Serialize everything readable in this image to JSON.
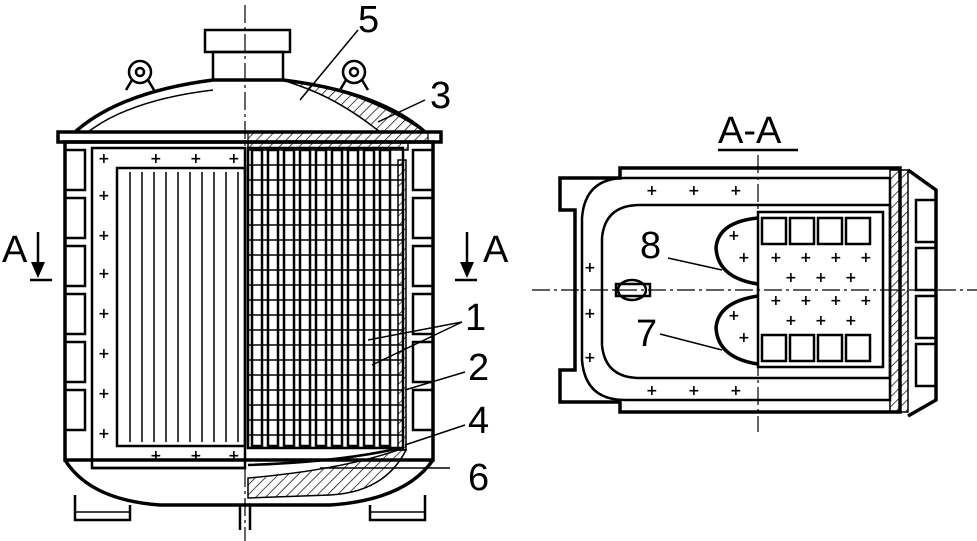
{
  "section_title": "A-A",
  "section_marks": [
    "A",
    "A"
  ],
  "callouts": [
    "1",
    "2",
    "3",
    "4",
    "5",
    "6",
    "7",
    "8"
  ],
  "filler_symbol": "+",
  "colors": {
    "stroke": "#000000",
    "background": "#ffffff"
  }
}
